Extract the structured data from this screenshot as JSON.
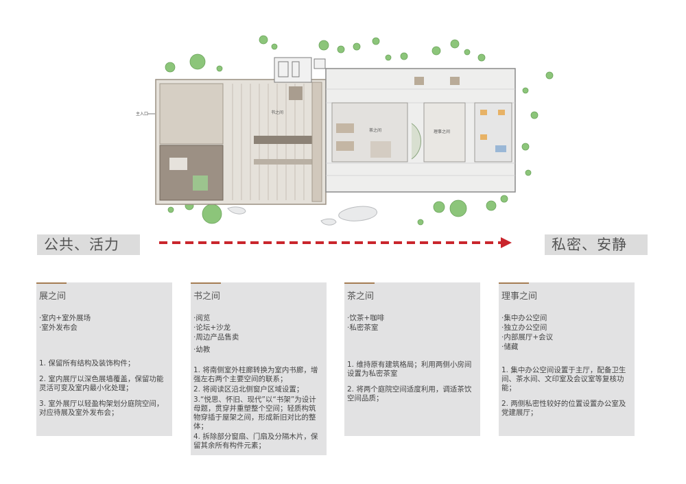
{
  "labels": {
    "public": "公共、活力",
    "private": "私密、安静",
    "entrance": "主入口"
  },
  "plan_rooms": [
    "书之间",
    "茶之间",
    "理事之间"
  ],
  "colors": {
    "accent_brown": "#a47c52",
    "arrow_red": "#c9252c",
    "card_bg": "#e2e2e3",
    "tag_bg": "#dcdcdc"
  },
  "cards": [
    {
      "title": "展之间",
      "items": [
        "·室内+室外展场",
        "·室外发布会"
      ],
      "notes": [
        "1. 保留所有结构及装饰构件；",
        "2. 室内展厅以深色展墙覆盖，保留功能灵活可变及室内最小化处理；",
        "3. 室外展厅以轻盈构架划分庭院空间，对应待展及室外发布会；"
      ]
    },
    {
      "title": "书之间",
      "items": [
        "·阅览",
        "·论坛+沙龙",
        "·周边产品售卖",
        "·幼教"
      ],
      "notes": [
        "1. 将南侧室外柱廊转换为室内书廊，增强左右两个主要空间的联系；",
        "2. 将阅读区沿北侧窗户区域设置；",
        "3.“悦思、怀旧、现代”以“书架”为设计母题，贯穿并重塑整个空间；轻质构筑物穿插于屋架之间，形成新旧对比的整体；",
        "4. 拆除部分窗扇、门扇及分隔木片，保留其余所有构件元素；"
      ]
    },
    {
      "title": "茶之间",
      "items": [
        "·饮茶+咖啡",
        "·私密茶室"
      ],
      "notes": [
        "1. 维持原有建筑格局；利用两侧小房间设置为私密茶室",
        "2. 将两个庭院空间适度利用，调适茶饮空间品质；"
      ]
    },
    {
      "title": "理事之间",
      "items": [
        "·集中办公空间",
        "·独立办公空间",
        "·内部展厅+会议",
        "·储藏"
      ],
      "notes": [
        "1. 集中办公空间设置于主厅，配备卫生间、茶水间、文印室及会议室等复核功能；",
        "2. 两侧私密性较好的位置设置办公室及党建展厅；"
      ]
    }
  ]
}
